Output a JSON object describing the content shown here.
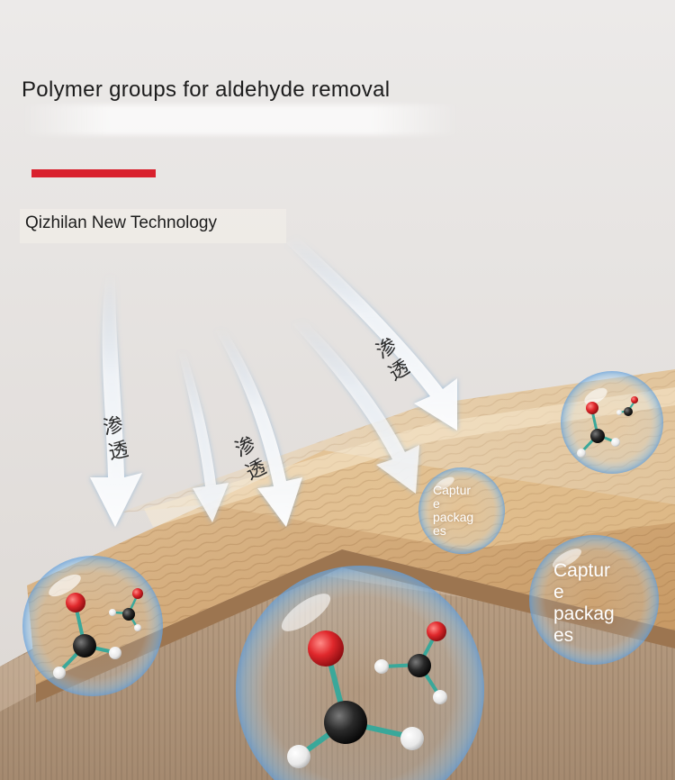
{
  "title": "Polymer groups for aldehyde removal",
  "subtitle": "Qizhilan New Technology",
  "arrow_labels": {
    "left": "渗\n透",
    "middle": "渗\n透",
    "right": "渗\n透"
  },
  "bubble_labels": {
    "small": "Captur\ne\npackag\nes",
    "large": "Captur\ne\npackag\nes"
  },
  "colors": {
    "accent": "#d9212d",
    "background": "#e7e4e3",
    "wood_light": "#d9b58a",
    "wood_dark": "#b88a5a",
    "oxygen_atom": "#e0282c",
    "carbon_atom": "#2a2a2a",
    "hydrogen_atom": "#f2f2f2",
    "bond": "#3aa89a"
  },
  "icons": [
    "penetration-arrow-icon",
    "molecule-bubble-icon",
    "formaldehyde-molecule-icon"
  ]
}
